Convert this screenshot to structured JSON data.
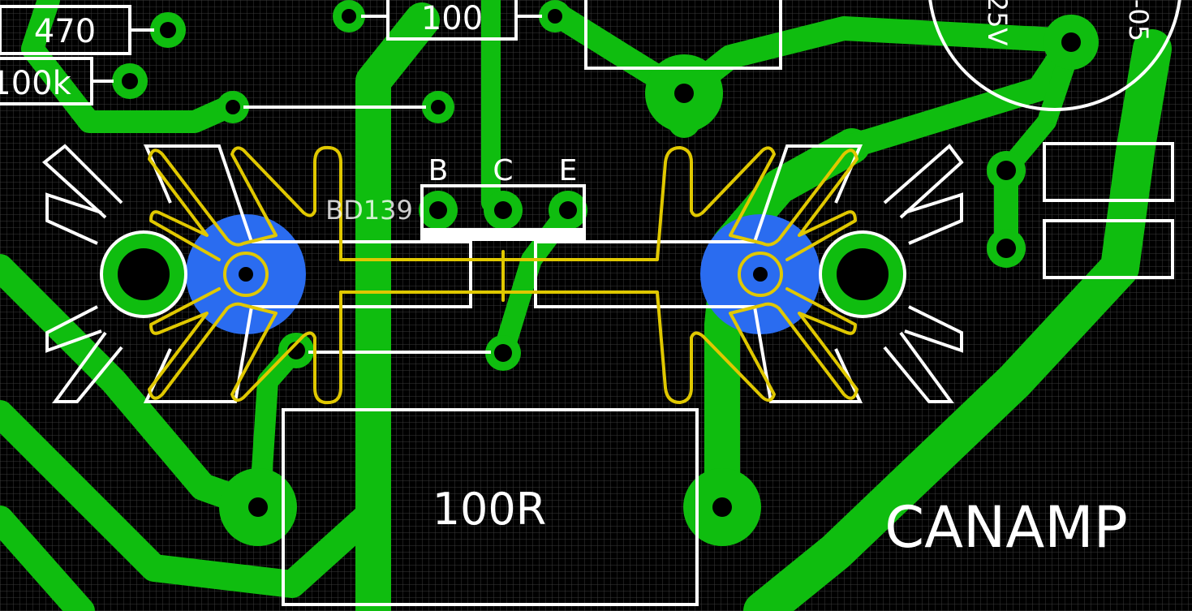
{
  "colors": {
    "background": "#000000",
    "grid": "#3a3a3a",
    "copper": "#0fbd0f",
    "silkscreen": "#ffffff",
    "outline": "#e0c800",
    "via": "#2a6cf0"
  },
  "labels": {
    "r_470": "470",
    "r_100k": "100k",
    "r_100": "100",
    "transistor_part": "BD139",
    "pin_b": "B",
    "pin_c": "C",
    "pin_e": "E",
    "resistor_100r": "100R",
    "board_name": "CANAMP",
    "cap_voltage": "25V",
    "cap_code": "-05"
  }
}
